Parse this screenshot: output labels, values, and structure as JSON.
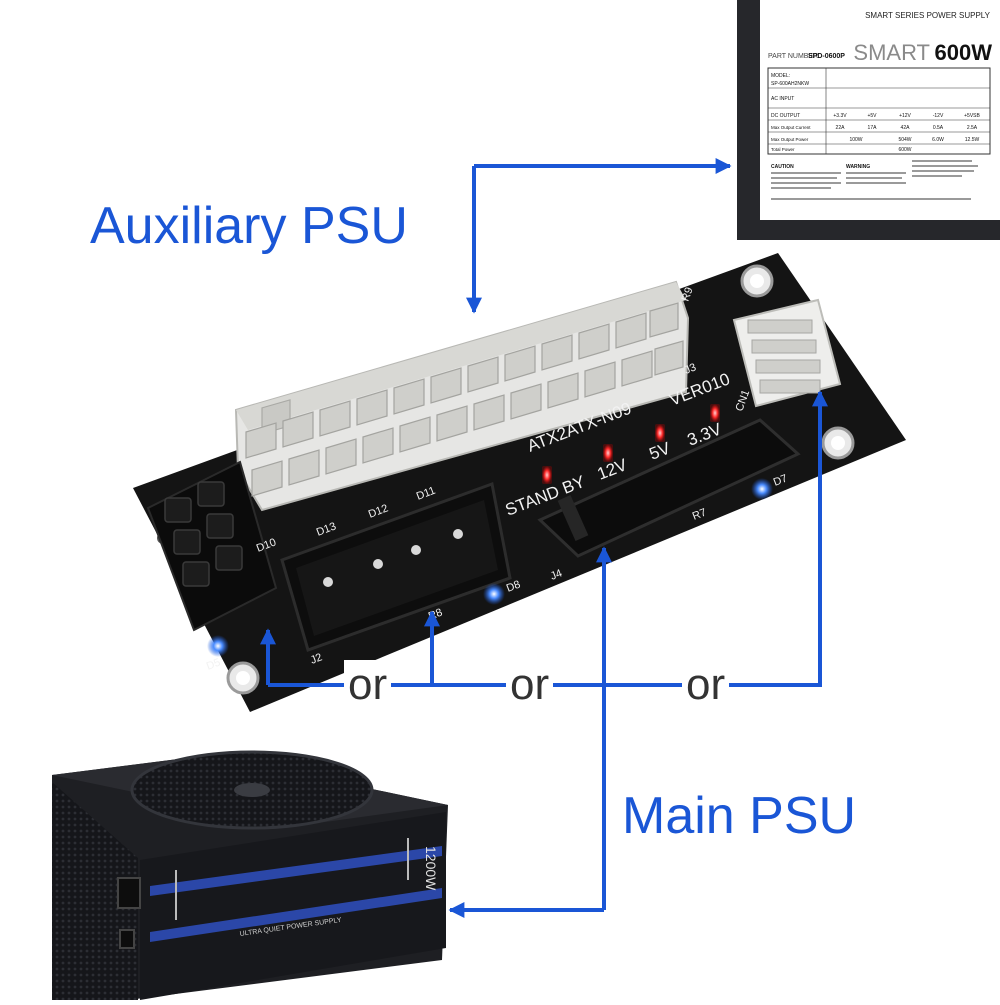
{
  "labels": {
    "auxiliary_psu": "Auxiliary PSU",
    "main_psu": "Main PSU",
    "or": "or"
  },
  "aux_psu_label": {
    "series": "SMART SERIES POWER SUPPLY",
    "part_label": "PART NUMBER",
    "part_number": "SPD-0600P",
    "brand": "SMART",
    "wattage": "600W",
    "model_label": "MODEL:",
    "model": "SP-600AH2NKW",
    "ac_input": "AC INPUT",
    "dc_output": "DC OUTPUT",
    "rails": [
      "+3.3V",
      "+5V",
      "+12V",
      "-12V",
      "+5VSB"
    ],
    "max_current_label": "Max Output Current",
    "max_current": [
      "22A",
      "17A",
      "42A",
      "0.5A",
      "2.5A"
    ],
    "max_power_label": "Max Output Power",
    "max_power": [
      "100W",
      "",
      "504W",
      "6.0W",
      "12.5W"
    ],
    "total_power_label": "Total Power",
    "total_power": "600W",
    "warning": "WARNING",
    "caution": "CAUTION"
  },
  "board": {
    "model": "ATX2ATX-N09",
    "version": "VER010",
    "standby": "STAND BY",
    "v12": "12V",
    "v5": "5V",
    "v33": "3.3V",
    "j2": "J2",
    "j3": "J3",
    "j4": "J4",
    "cn1": "CN1",
    "d5": "D5",
    "d7": "D7",
    "d8": "D8",
    "d10": "D10",
    "d11": "D11",
    "d12": "D12",
    "d13": "D13",
    "r7": "R7",
    "r8": "R8",
    "r9": "R9"
  },
  "main_psu_unit": {
    "wattage": "1200W",
    "tagline": "ULTRA QUIET POWER SUPPLY"
  },
  "colors": {
    "arrow": "#1a56d6",
    "board": "#141414",
    "psu_body": "#1e1f23",
    "stripe": "#2b47a8"
  }
}
